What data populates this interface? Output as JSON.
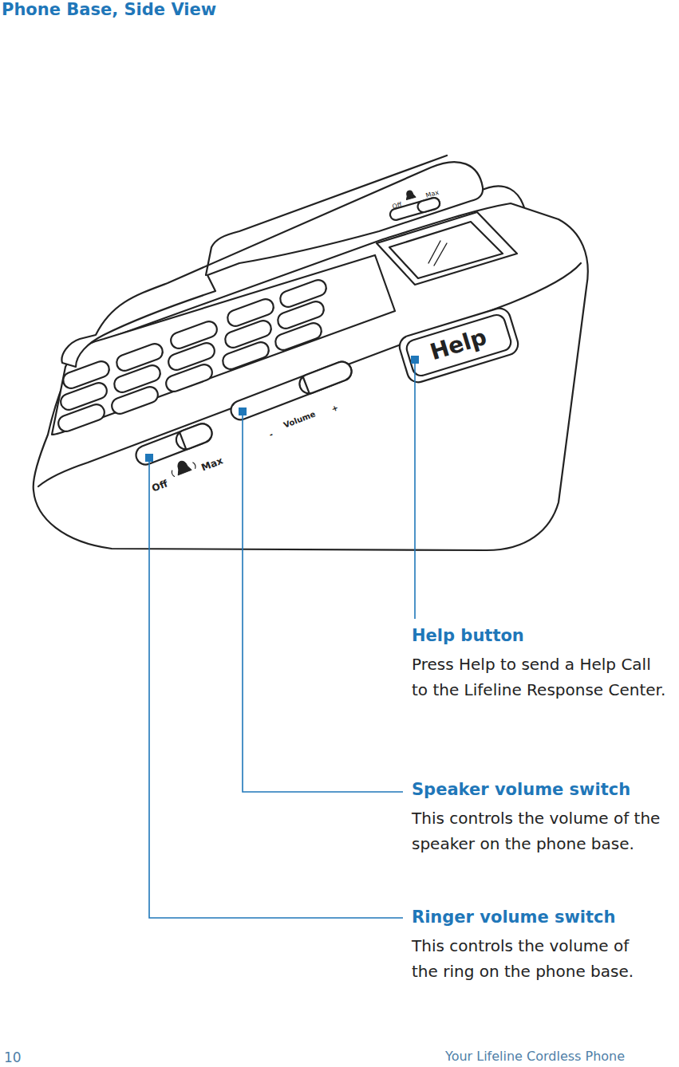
{
  "diagram": {
    "title": "Phone Base, Side View",
    "labels": [
      "Help button",
      "Press Help to send a Help Call to the Lifeline Response Center.",
      "Speaker volume switch",
      "This controls the volume of the speaker on the phone base.",
      "Ringer volume switch",
      "This controls the volume of the ring on the phone base.",
      "Off",
      "Max",
      "Help",
      "-",
      "Volume",
      "+",
      "Off",
      "Max",
      "10",
      "Your Lifeline Cordless Phone"
    ]
  }
}
